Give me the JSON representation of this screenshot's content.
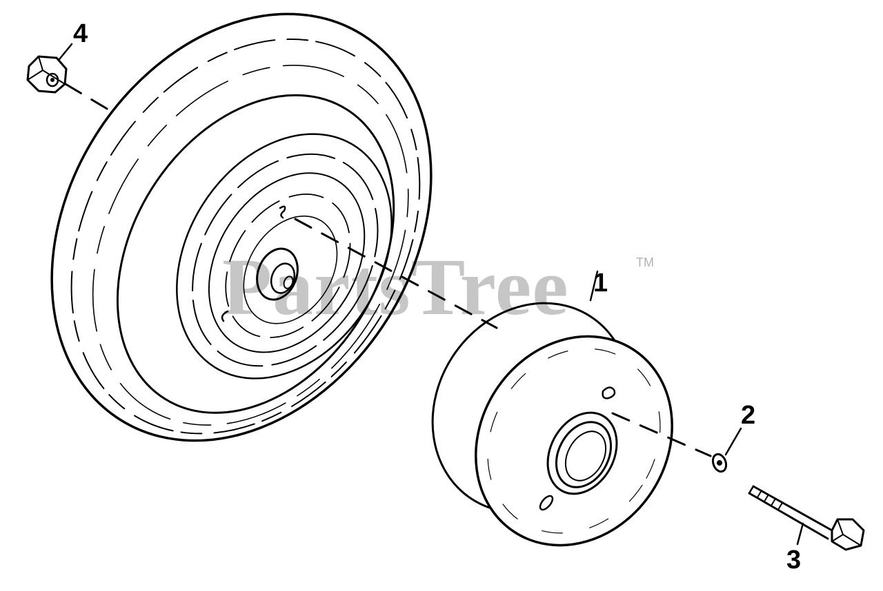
{
  "diagram": {
    "callouts": {
      "part1": "1",
      "part2": "2",
      "part3": "3",
      "part4": "4"
    },
    "watermark": {
      "text": "PartsTree",
      "trademark": "TM"
    },
    "line_color": "#000000",
    "background": "#ffffff"
  }
}
